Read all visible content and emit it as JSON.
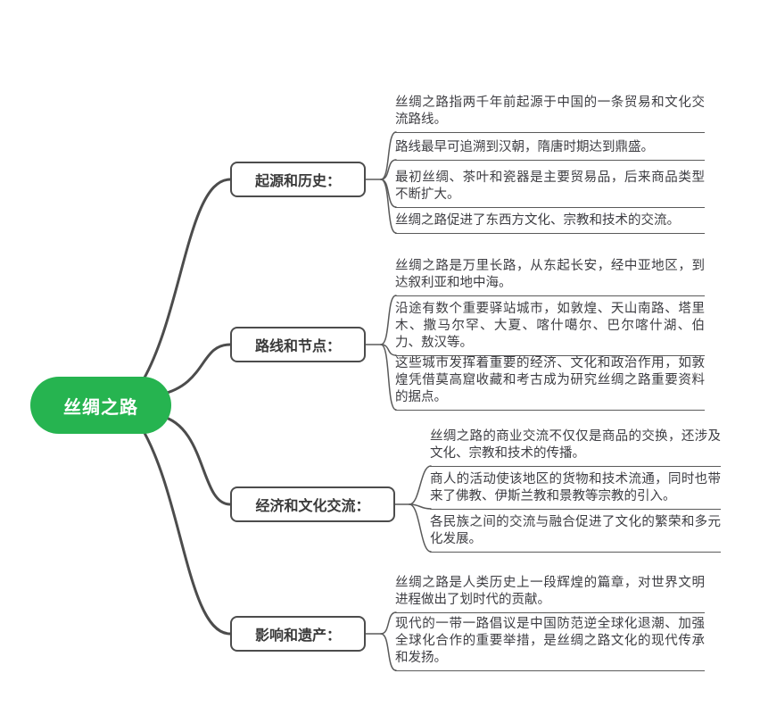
{
  "root": {
    "label": "丝绸之路"
  },
  "colors": {
    "root_bg": "#26b450",
    "line": "#4c4c4c",
    "leaf_line": "#5a5a5a",
    "text": "#3d3d42"
  },
  "branches": [
    {
      "label": "起源和历史：",
      "leaves": [
        {
          "text": "丝绸之路指两千年前起源于中国的一条贸易和文化交流路线。"
        },
        {
          "text": "路线最早可追溯到汉朝，隋唐时期达到鼎盛。"
        },
        {
          "text": "最初丝绸、茶叶和瓷器是主要贸易品，后来商品类型不断扩大。"
        },
        {
          "text": "丝绸之路促进了东西方文化、宗教和技术的交流。"
        }
      ]
    },
    {
      "label": "路线和节点：",
      "leaves": [
        {
          "text": "丝绸之路是万里长路，从东起长安，经中亚地区，到达叙利亚和地中海。"
        },
        {
          "text": "沿途有数个重要驿站城市，如敦煌、天山南路、塔里木、撒马尔罕、大夏、喀什噶尔、巴尔喀什湖、伯力、敖汉等。"
        },
        {
          "text": "这些城市发挥着重要的经济、文化和政治作用，如敦煌凭借莫高窟收藏和考古成为研究丝绸之路重要资料的据点。"
        }
      ]
    },
    {
      "label": "经济和文化交流：",
      "leaves": [
        {
          "text": "丝绸之路的商业交流不仅仅是商品的交换，还涉及文化、宗教和技术的传播。"
        },
        {
          "text": "商人的活动使该地区的货物和技术流通，同时也带来了佛教、伊斯兰教和景教等宗教的引入。"
        },
        {
          "text": "各民族之间的交流与融合促进了文化的繁荣和多元化发展。"
        }
      ]
    },
    {
      "label": "影响和遗产：",
      "leaves": [
        {
          "text": "丝绸之路是人类历史上一段辉煌的篇章，对世界文明进程做出了划时代的贡献。"
        },
        {
          "text": "现代的一带一路倡议是中国防范逆全球化退潮、加强全球化合作的重要举措，是丝绸之路文化的现代传承和发扬。"
        }
      ]
    }
  ]
}
